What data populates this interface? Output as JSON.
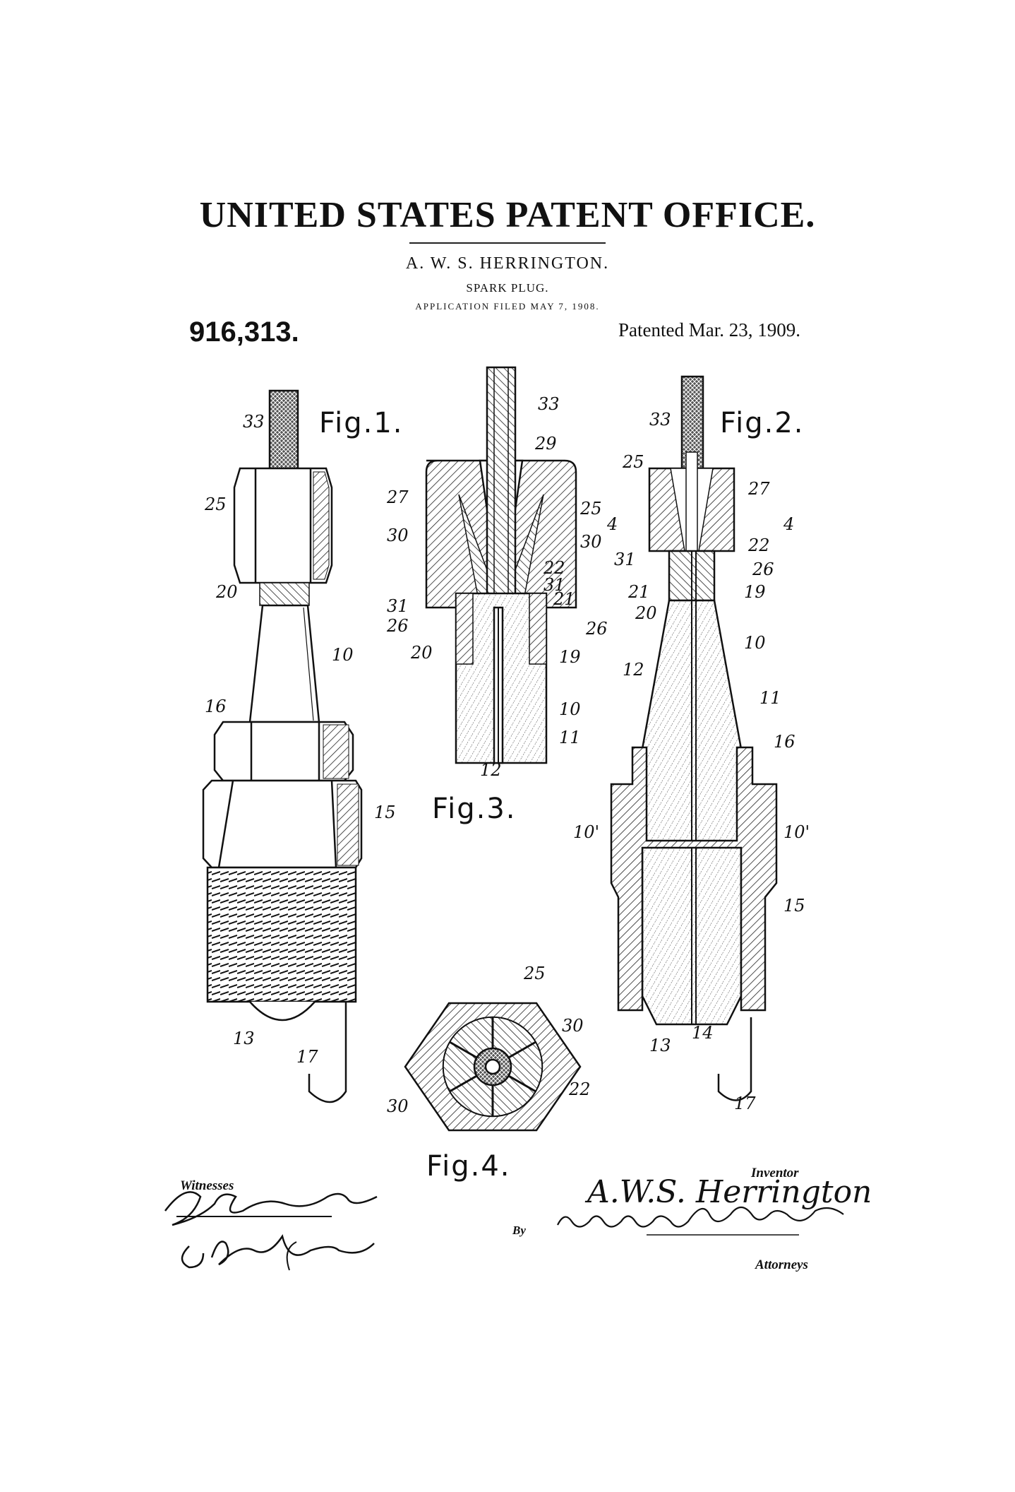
{
  "header": {
    "office": "UNITED STATES PATENT OFFICE.",
    "inventor": "A. W. S. HERRINGTON.",
    "invention": "SPARK PLUG.",
    "application": "APPLICATION FILED MAY 7, 1908.",
    "patent_number": "916,313.",
    "patented": "Patented Mar. 23, 1909."
  },
  "figures": {
    "fig1": "Fig.1.",
    "fig2": "Fig.2.",
    "fig3": "Fig.3.",
    "fig4": "Fig.4."
  },
  "reference_numerals": {
    "fig1": [
      "33",
      "25",
      "20",
      "10",
      "16",
      "15",
      "13",
      "17"
    ],
    "fig3": [
      "33",
      "29",
      "27",
      "25",
      "30",
      "30",
      "22",
      "31",
      "21",
      "31",
      "26",
      "26",
      "20",
      "19",
      "10",
      "11",
      "12"
    ],
    "fig2": [
      "33",
      "25",
      "27",
      "4",
      "4",
      "22",
      "31",
      "26",
      "21",
      "19",
      "20",
      "10",
      "12",
      "11",
      "16",
      "10'",
      "10'",
      "15",
      "13",
      "14",
      "17"
    ],
    "fig4": [
      "25",
      "30",
      "30",
      "22"
    ]
  },
  "signatures": {
    "witnesses_label": "Witnesses",
    "inventor_label": "Inventor",
    "inventor_signature": "A.W.S. Herrington",
    "by_label": "By",
    "attorneys_label": "Attorneys"
  },
  "colors": {
    "ink": "#111111",
    "paper": "#ffffff"
  }
}
